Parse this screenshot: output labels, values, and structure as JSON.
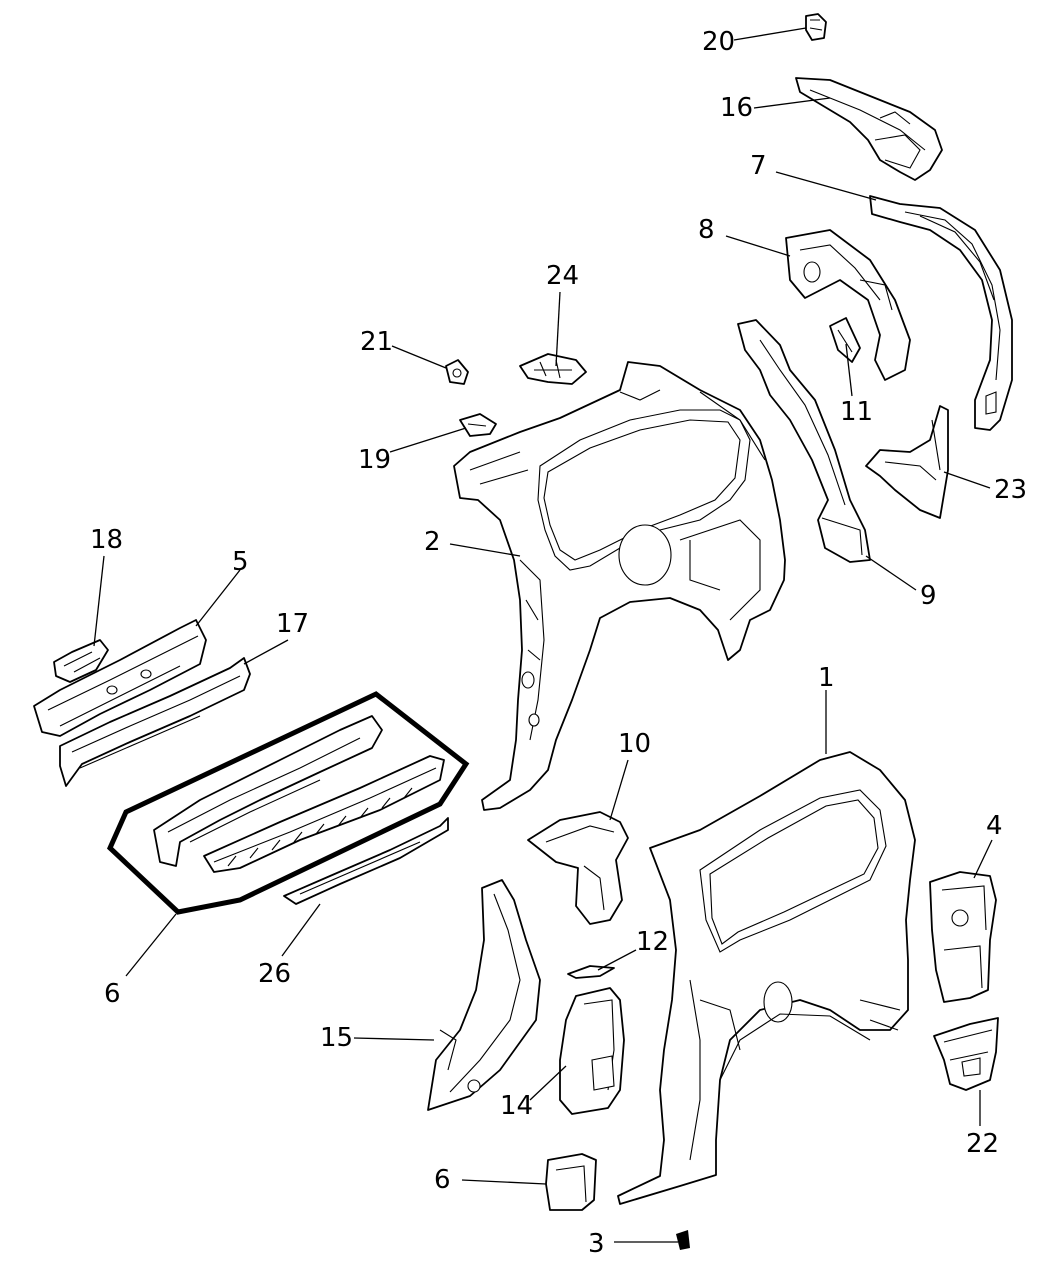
{
  "diagram": {
    "callouts": [
      "1",
      "2",
      "3",
      "4",
      "5",
      "6",
      "6",
      "7",
      "8",
      "9",
      "10",
      "11",
      "12",
      "14",
      "15",
      "16",
      "17",
      "18",
      "19",
      "20",
      "21",
      "22",
      "23",
      "24",
      "26"
    ]
  }
}
